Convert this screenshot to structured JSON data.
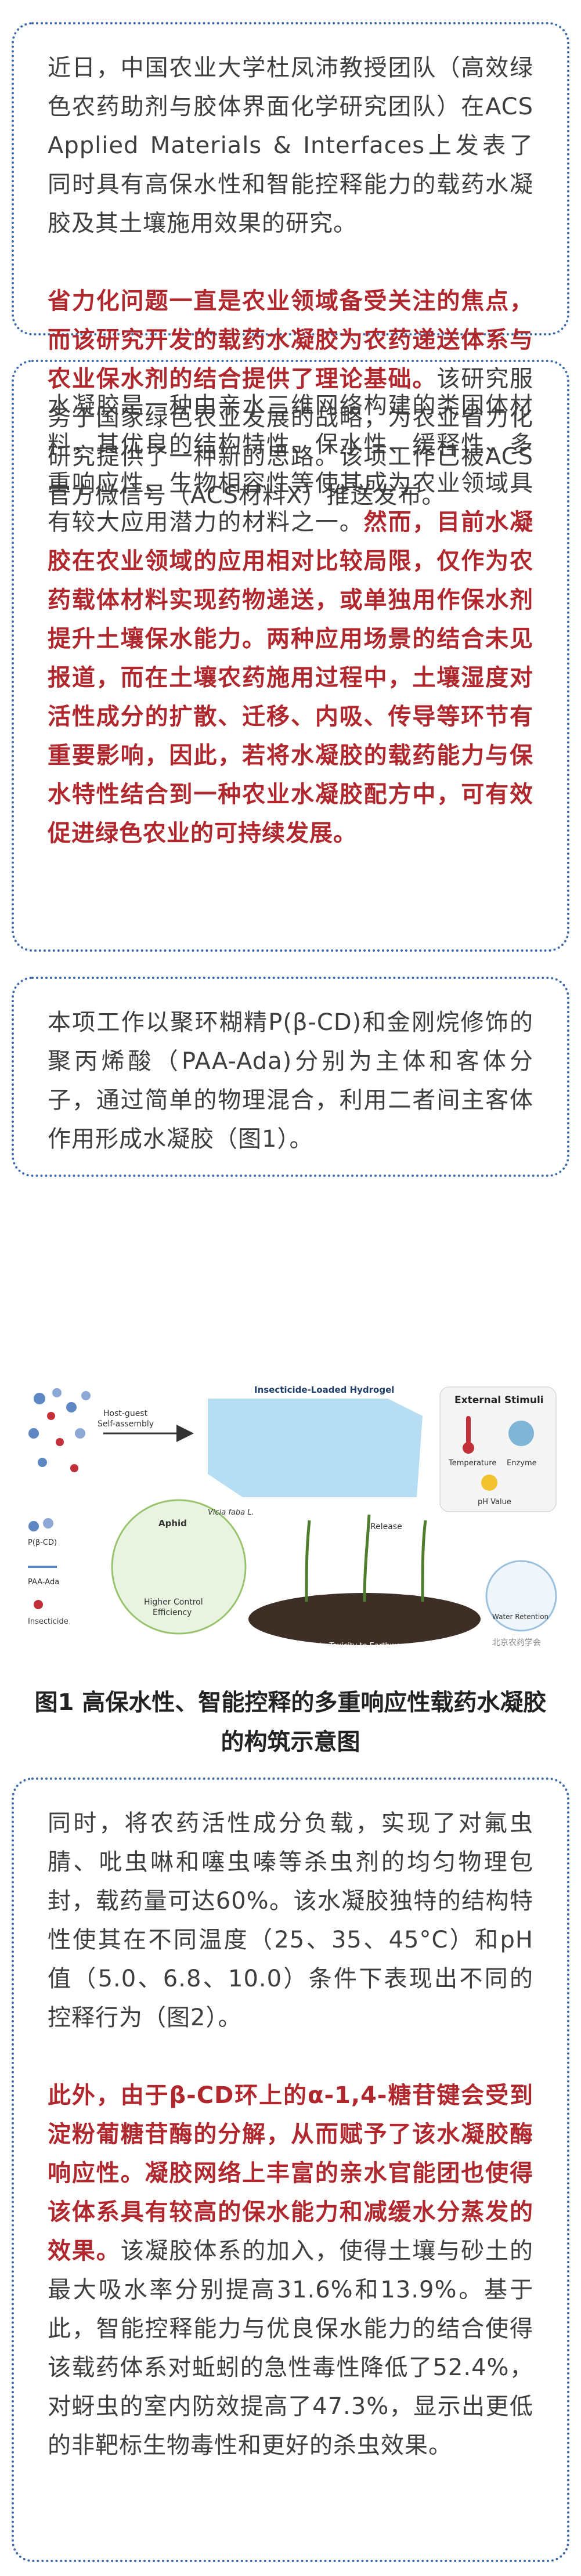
{
  "cards": [
    {
      "paragraphs": [
        [
          {
            "t": "近日，中国农业大学杜凤沛教授团队（高效绿色农药助剂与胶体界面化学研究团队）在ACS Applied Materials & Interfaces上发表了同时具有高保水性和智能控释能力的载药水凝胶及其土壤施用效果的研究。",
            "red": false
          }
        ],
        [
          {
            "t": "省力化问题一直是农业领域备受关注的焦点，而该研究开发的载药水凝胶为农药递送体系与农业保水剂的结合提供了理论基础。",
            "red": true
          },
          {
            "t": "该研究服务于国家绿色农业发展的战略，为农业省力化研究提供了一种新的思路。该项工作已被ACS官方微信号（ACS材料X）推送发布。",
            "red": false
          }
        ]
      ]
    },
    {
      "paragraphs": [
        [
          {
            "t": "水凝胶是一种由亲水三维网络构建的类固体材料，其优良的结构特性、保水性、缓释性、多重响应性、生物相容性等使其成为农业领域具有较大应用潜力的材料之一。",
            "red": false
          },
          {
            "t": "然而，目前水凝胶在农业领域的应用相对比较局限，仅作为农药载体材料实现药物递送，或单独用作保水剂提升土壤保水能力。两种应用场景的结合未见报道，而在土壤农药施用过程中，土壤湿度对活性成分的扩散、迁移、内吸、传导等环节有重要影响，因此，若将水凝胶的载药能力与保水特性结合到一种农业水凝胶配方中，可有效促进绿色农业的可持续发展。",
            "red": true
          }
        ]
      ]
    },
    {
      "paragraphs": [
        [
          {
            "t": "本项工作以聚环糊精P(β-CD)和金刚烷修饰的聚丙烯酸（PAA-Ada)分别为主体和客体分子，通过简单的物理混合，利用二者间主客体作用形成水凝胶（图1）。",
            "red": false
          }
        ]
      ]
    },
    {
      "paragraphs": [
        [
          {
            "t": "同时，将农药活性成分负载，实现了对氟虫腈、吡虫啉和噻虫嗪等杀虫剂的均匀物理包封，载药量可达60%。该水凝胶独特的结构特性使其在不同温度（25、35、45°C）和pH值（5.0、6.8、10.0）条件下表现出不同的控释行为（图2）。",
            "red": false
          }
        ],
        [
          {
            "t": "此外，由于β-CD环上的α-1,4-糖苷键会受到淀粉葡糖苷酶的分解，从而赋予了该水凝胶酶响应性。凝胶网络上丰富的亲水官能团也使得该体系具有较高的保水能力和减缓水分蒸发的效果。",
            "red": true
          },
          {
            "t": "该凝胶体系的加入，使得土壤与砂土的最大吸水率分别提高31.6%和13.9%。基于此，智能控释能力与优良保水能力的结合使得该载药体系对蚯蚓的急性毒性降低了52.4%，对蚜虫的室内防效提高了47.3%，显示出更低的非靶标生物毒性和更好的杀虫效果。",
            "red": false
          }
        ]
      ]
    }
  ],
  "figure": {
    "labels": {
      "hydrogel": "Insecticide-Loaded Hydrogel",
      "host_guest": "Host-guest",
      "self_assembly": "Self-assembly",
      "external_stimuli": "External Stimuli",
      "temperature": "Temperature",
      "enzyme": "Enzyme",
      "ph": "pH Value",
      "aphid": "Aphid",
      "vicia": "Vicia faba L.",
      "release": "Release",
      "higher_control": "Higher Control",
      "efficiency": "Efficiency",
      "water_retention": "Water Retention",
      "lower_toxicity": "Lower Acute Toxicity to Earthworms",
      "pbcd": "P(β-CD)",
      "paa_ada": "PAA-Ada",
      "insecticide": "Insecticide",
      "watermark": "北京农药学会"
    },
    "caption_line1": "图1  高保水性、智能控释的多重响应性载药水凝胶",
    "caption_line2": "的构筑示意图"
  },
  "colors": {
    "accent_red": "#b0282d",
    "border_blue": "#3d6aa8",
    "text": "#3e3e3e"
  }
}
